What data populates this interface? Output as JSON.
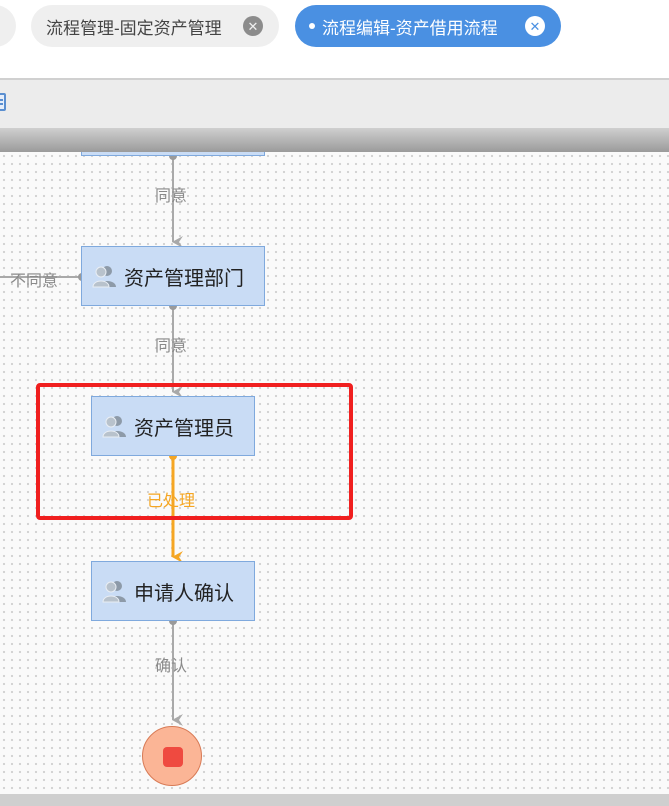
{
  "tabs": [
    {
      "label": "",
      "active": false
    },
    {
      "label": "流程管理-固定资产管理",
      "active": false,
      "close_icon": "close-circle-icon"
    },
    {
      "label": "流程编辑-资产借用流程",
      "active": true,
      "close_icon": "close-circle-icon"
    }
  ],
  "toolbar": {
    "icons": [
      "document-icon"
    ]
  },
  "flow": {
    "nodes": [
      {
        "id": "top",
        "label": "",
        "icon": "users-icon"
      },
      {
        "id": "dept",
        "label": "资产管理部门",
        "icon": "users-icon"
      },
      {
        "id": "admin",
        "label": "资产管理员",
        "icon": "users-icon"
      },
      {
        "id": "confirm",
        "label": "申请人确认",
        "icon": "users-icon"
      },
      {
        "id": "end",
        "label": "",
        "icon": "stop-icon"
      }
    ],
    "edges": [
      {
        "from": "top",
        "to": "dept",
        "label": "同意",
        "state": "normal"
      },
      {
        "from": "dept",
        "to": "",
        "label": "不同意",
        "state": "normal"
      },
      {
        "from": "dept",
        "to": "admin",
        "label": "同意",
        "state": "normal"
      },
      {
        "from": "admin",
        "to": "confirm",
        "label": "已处理",
        "state": "active"
      },
      {
        "from": "confirm",
        "to": "end",
        "label": "确认",
        "state": "normal"
      }
    ]
  },
  "colors": {
    "active_tab": "#4a90e2",
    "node_fill": "#c9dcf5",
    "node_border": "#7fa9dd",
    "edge_normal": "#a9a9a9",
    "edge_active": "#f5a623",
    "end_fill": "#fbb596",
    "end_stop": "#ef4a40",
    "highlight": "#f01f1f"
  }
}
